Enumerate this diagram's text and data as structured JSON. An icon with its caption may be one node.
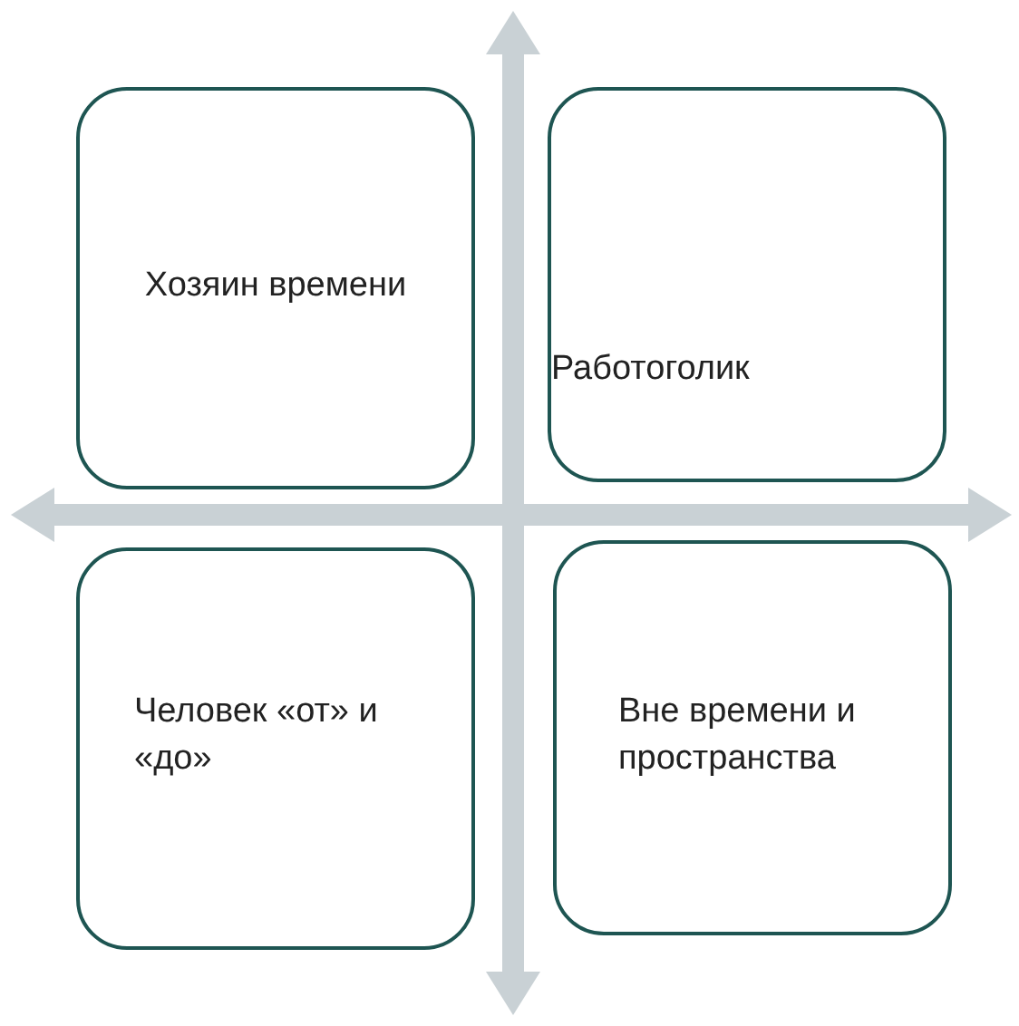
{
  "diagram": {
    "nodes": [
      {
        "text": [
          "Хозяин времени"
        ]
      },
      {
        "text": [
          "Работоголик"
        ]
      },
      {
        "text": [
          "Человек «от» и «до»"
        ]
      },
      {
        "text": [
          "Вне времени и пространства"
        ]
      }
    ]
  }
}
